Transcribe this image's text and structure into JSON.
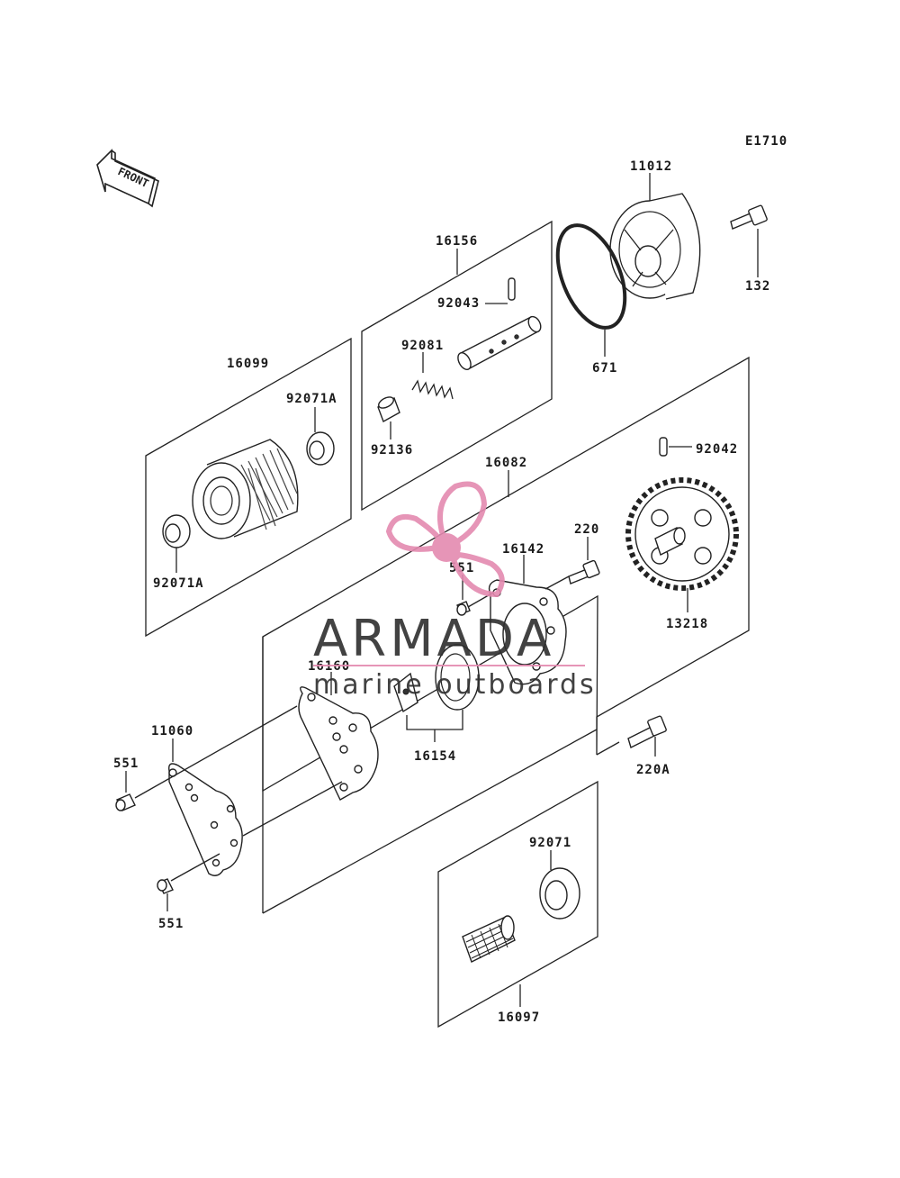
{
  "diagram_code": "E1710",
  "front_label": "FRONT",
  "watermark": {
    "brand": "ARMADA",
    "tagline": "marine outboards",
    "accent": "#e48ab0"
  },
  "parts": {
    "p11012": "11012",
    "p132": "132",
    "p671": "671",
    "p16156": "16156",
    "p92043": "92043",
    "p92081": "92081",
    "p92136": "92136",
    "p16099": "16099",
    "p92071A_top": "92071A",
    "p92071A_bot": "92071A",
    "p16082": "16082",
    "p92042": "92042",
    "p220": "220",
    "p16142": "16142",
    "p551_top": "551",
    "p13218": "13218",
    "p16160": "16160",
    "p11060": "11060",
    "p551_left": "551",
    "p16154": "16154",
    "p220A": "220A",
    "p551_bot": "551",
    "p92071": "92071",
    "p16097": "16097"
  }
}
